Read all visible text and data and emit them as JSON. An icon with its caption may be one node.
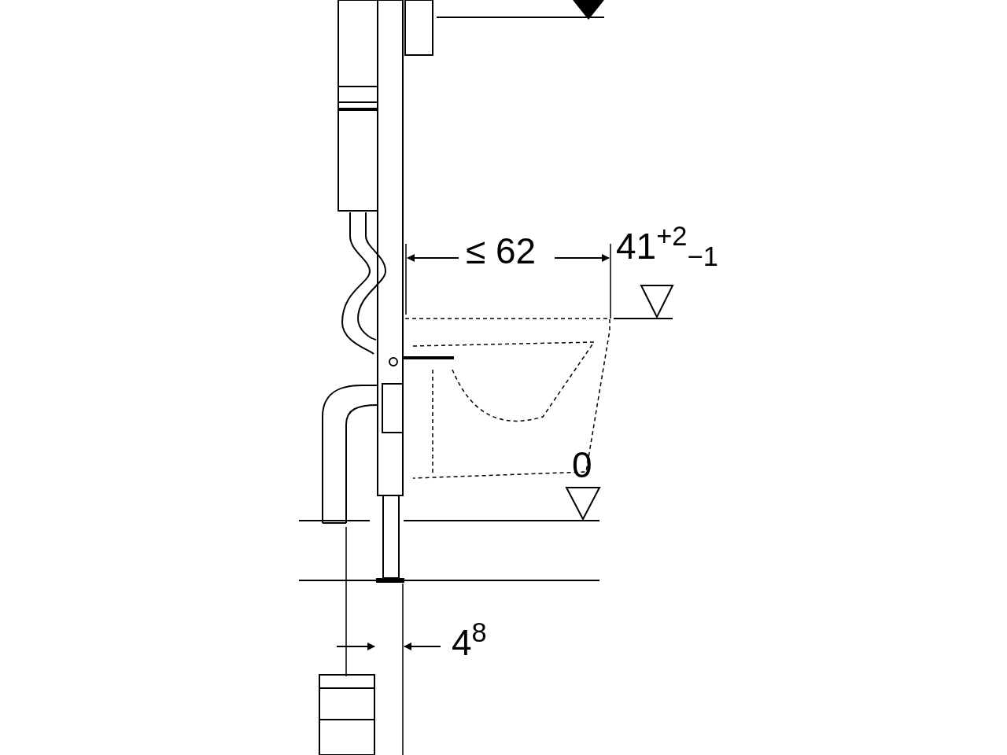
{
  "diagram": {
    "labels": [
      "≤ 62",
      "41$^{+2}$$_{−1}$",
      "0",
      "4$^{8}$"
    ]
  }
}
